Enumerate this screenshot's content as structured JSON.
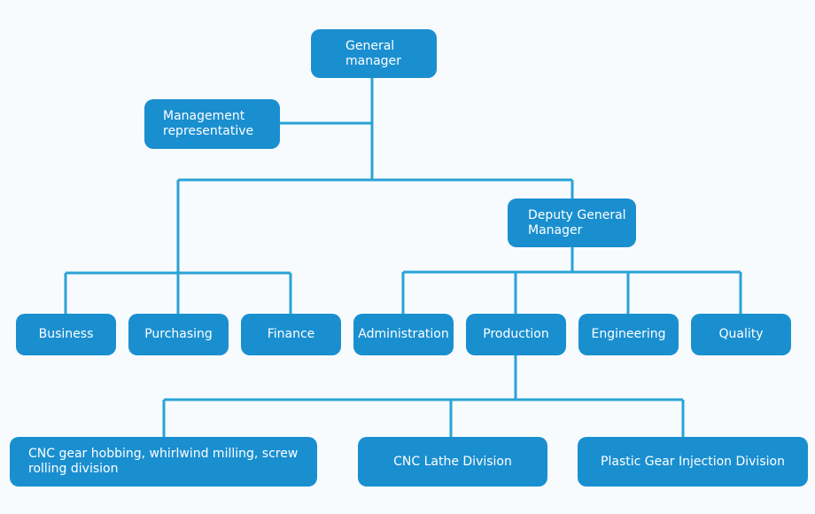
{
  "diagram": {
    "line_color": "#2aa3d6",
    "box_color": "#1a8fd0",
    "nodes": {
      "general_manager": "General manager",
      "management_representative": "Management representative",
      "deputy_general_manager": "Deputy General Manager",
      "business": "Business",
      "purchasing": "Purchasing",
      "finance": "Finance",
      "administration": "Administration",
      "production": "Production",
      "engineering": "Engineering",
      "quality": "Quality",
      "cnc_gear": "CNC gear hobbing, whirlwind milling, screw rolling division",
      "cnc_lathe": "CNC Lathe Division",
      "plastic_gear": "Plastic Gear Injection Division"
    }
  }
}
